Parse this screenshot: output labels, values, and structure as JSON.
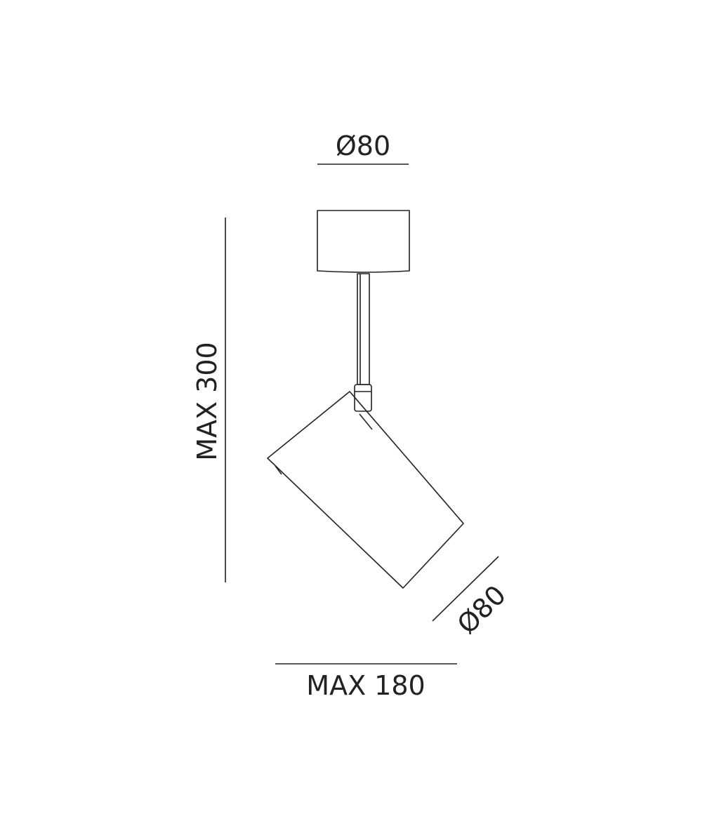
{
  "dimensions": {
    "top_diameter": "Ø80",
    "height": "MAX 300",
    "head_diameter": "Ø80",
    "width": "MAX 180"
  },
  "colors": {
    "line": "#222222",
    "background": "#ffffff"
  }
}
